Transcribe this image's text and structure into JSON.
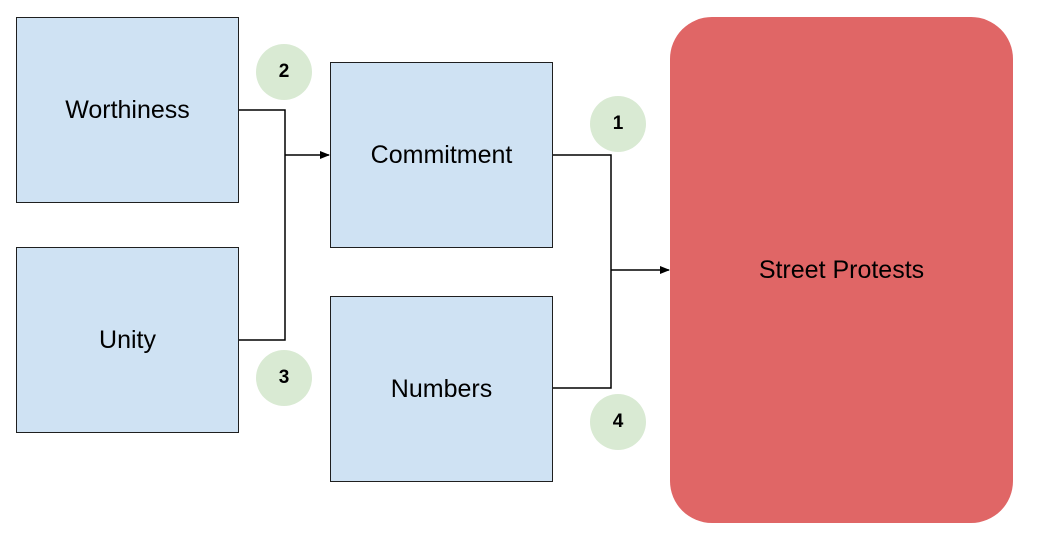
{
  "nodes": {
    "worthiness": "Worthiness",
    "unity": "Unity",
    "commitment": "Commitment",
    "numbers": "Numbers",
    "street_protests": "Street Protests"
  },
  "badges": [
    "1",
    "2",
    "3",
    "4"
  ],
  "colors": {
    "box_fill": "#cfe2f3",
    "outcome_fill": "#e06666",
    "badge_fill": "#d9ead3",
    "line": "#000000"
  }
}
